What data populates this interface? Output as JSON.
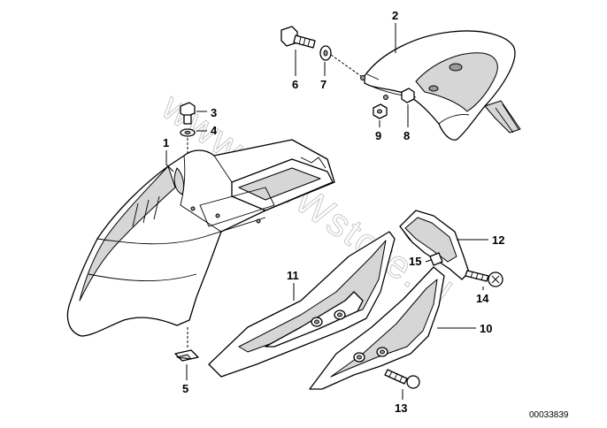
{
  "callouts": [
    {
      "id": "c1",
      "label": "1"
    },
    {
      "id": "c2",
      "label": "2"
    },
    {
      "id": "c3",
      "label": "3"
    },
    {
      "id": "c4",
      "label": "4"
    },
    {
      "id": "c5",
      "label": "5"
    },
    {
      "id": "c6",
      "label": "6"
    },
    {
      "id": "c7",
      "label": "7"
    },
    {
      "id": "c8",
      "label": "8"
    },
    {
      "id": "c9",
      "label": "9"
    },
    {
      "id": "c10",
      "label": "10"
    },
    {
      "id": "c11",
      "label": "11"
    },
    {
      "id": "c12",
      "label": "12"
    },
    {
      "id": "c13",
      "label": "13"
    },
    {
      "id": "c14",
      "label": "14"
    },
    {
      "id": "c15",
      "label": "15"
    }
  ],
  "watermark": "www.BMWstore.pl",
  "reference_number": "00033839"
}
